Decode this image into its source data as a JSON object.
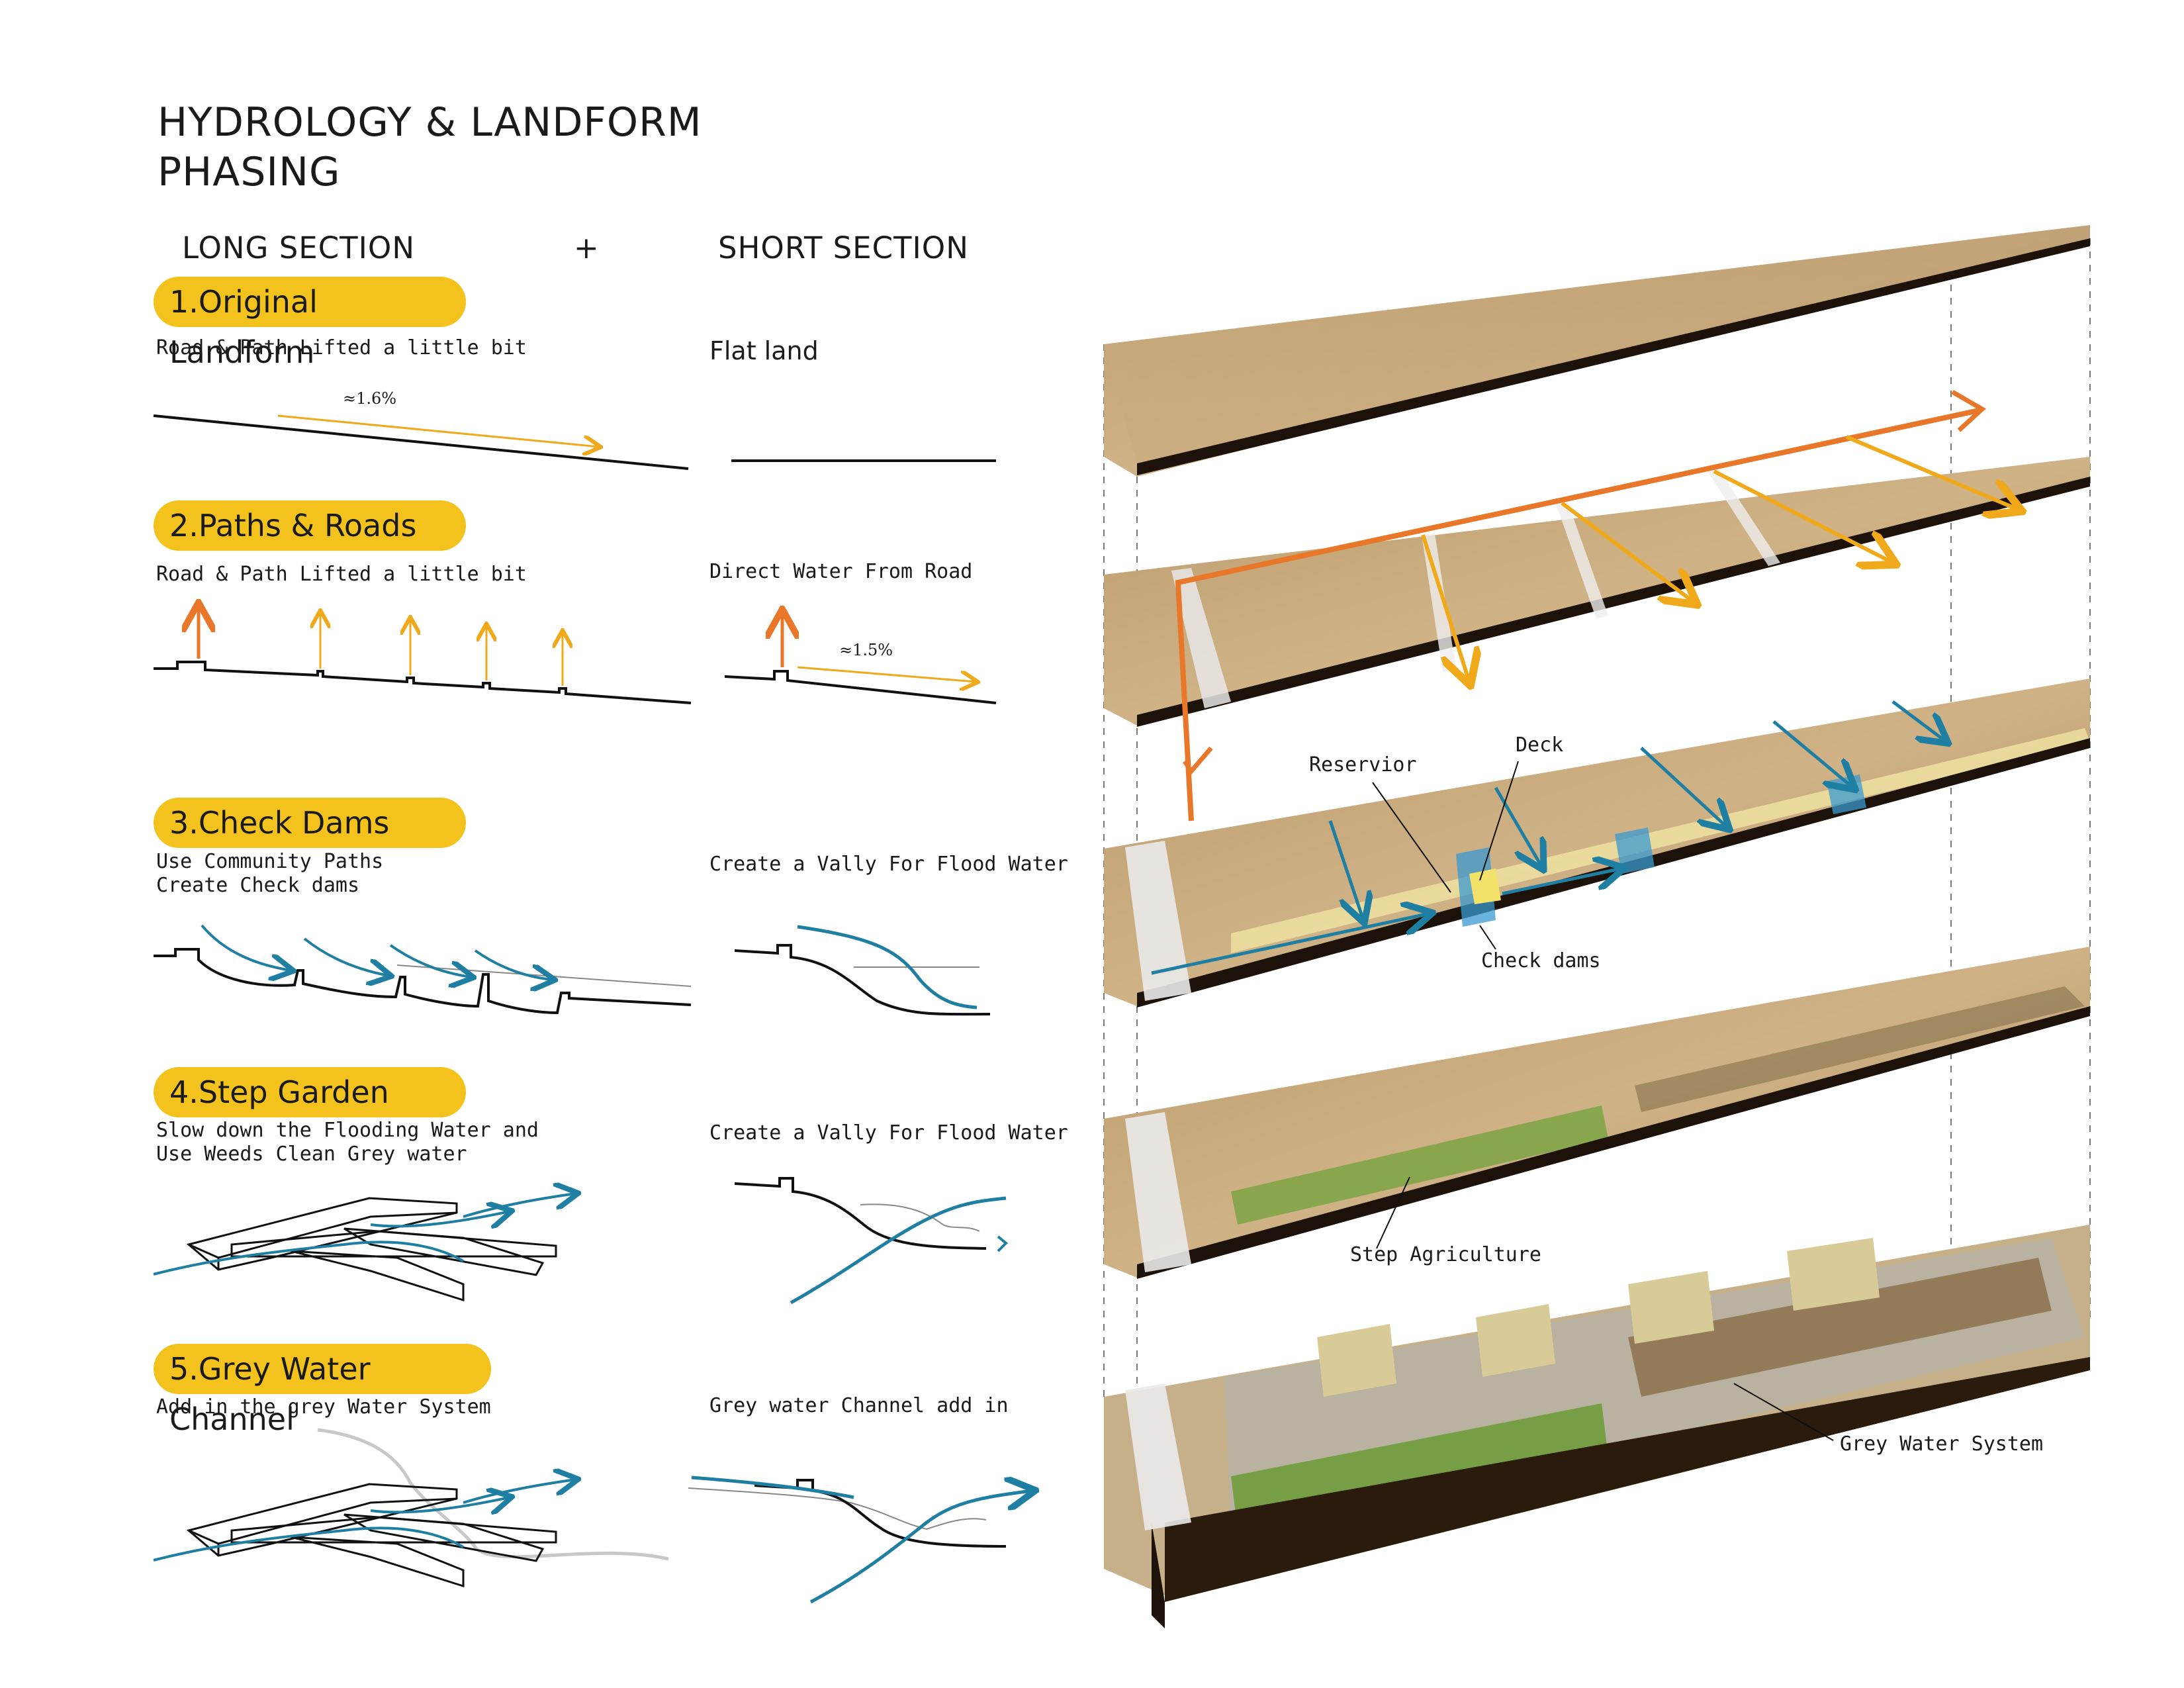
{
  "title": {
    "line1": "HYDROLOGY & LANDFORM",
    "line2": "PHASING"
  },
  "columns": {
    "long": "LONG SECTION",
    "plus": "+",
    "short": "SHORT SECTION"
  },
  "phases": [
    {
      "label": "1.Original Landform",
      "long_desc": "Road & Path Lifted a little bit",
      "short_desc": "Flat land",
      "slope": "≈1.6%"
    },
    {
      "label": "2.Paths & Roads",
      "long_desc": "Road & Path Lifted a little bit",
      "short_desc": "Direct Water From Road",
      "slope": "≈1.5%"
    },
    {
      "label": "3.Check Dams",
      "long_desc": "Use Community Paths\nCreate Check dams",
      "short_desc": "Create a Vally For Flood Water"
    },
    {
      "label": "4.Step Garden",
      "long_desc": "Slow down the Flooding Water and\nUse Weeds Clean Grey water",
      "short_desc": "Create a Vally For Flood Water"
    },
    {
      "label": "5.Grey Water Channel",
      "long_desc": "Add in the grey Water System",
      "short_desc": "Grey water Channel add in"
    }
  ],
  "annotations": {
    "reservoir": "Reservior",
    "deck": "Deck",
    "check_dams": "Check dams",
    "step_agriculture": "Step Agriculture",
    "grey_water_system": "Grey Water System"
  },
  "colors": {
    "pill": "#f3c21c",
    "orange": "#e8772a",
    "amber": "#f0a91b",
    "teal": "#1f7fa3",
    "grey_water": "#c8c8c8"
  }
}
